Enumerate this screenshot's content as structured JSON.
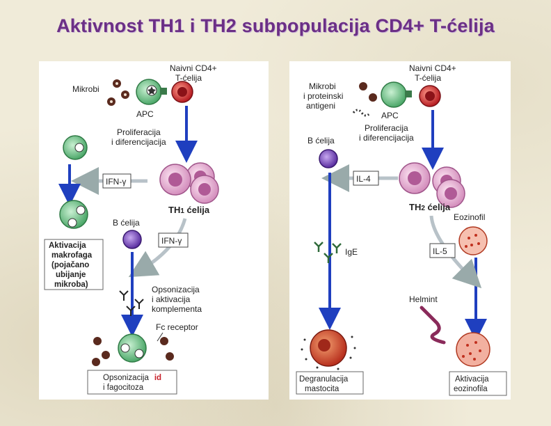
{
  "title": "Aktivnost TH1 i TH2 subpopulacija CD4+ T-ćelija",
  "left": {
    "naive_l1": "Naivni CD4+",
    "naive_l2": "T-ćelija",
    "microbes": "Mikrobi",
    "apc": "APC",
    "prolif_l1": "Proliferacija",
    "prolif_l2": "i diferencijacija",
    "ifng1": "IFN-γ",
    "th1_prefix": "TH",
    "th1_num": "1",
    "th1_suffix": " ćelija",
    "bcell": "B ćelija",
    "ifng2": "IFN-γ",
    "macro_l1": "Aktivacija",
    "macro_l2": "makrofaga",
    "macro_l3": "(pojačano",
    "macro_l4": "ubijanje",
    "macro_l5": "mikroba)",
    "opson_l1": "Opsonizacija",
    "opson_l2": "i aktivacija",
    "opson_l3": "komplementa",
    "fc": "Fc receptor",
    "fago_l1": "Opsonizacija",
    "fago_l1_tail": "id",
    "fago_l2": "i fagocitoza"
  },
  "right": {
    "naive_l1": "Naivni CD4+",
    "naive_l2": "T-ćelija",
    "microbes_l1": "Mikrobi",
    "microbes_l2": "i proteinski",
    "microbes_l3": "antigeni",
    "apc": "APC",
    "prolif_l1": "Proliferacija",
    "prolif_l2": "i diferencijacija",
    "bcell": "B ćelija",
    "il4": "IL-4",
    "th2_prefix": "TH",
    "th2_num": "2",
    "th2_suffix": " ćelija",
    "eos": "Eozinofil",
    "ige": "IgE",
    "il5": "IL-5",
    "helmint": "Helmint",
    "degran_l1": "Degranulacija",
    "degran_l2": "mastocita",
    "eosact_l1": "Aktivacija",
    "eosact_l2": "eozinofila"
  },
  "colors": {
    "title": "#6b2f86",
    "arrow_blue": "#1f3fbf",
    "apc_green": "#5cb87a",
    "naive_red": "#d8262e",
    "th_pink": "#e8b8d8",
    "bcell_purple": "#7a4fc0",
    "mast_red": "#c8402a",
    "eos_red": "#e05030"
  }
}
